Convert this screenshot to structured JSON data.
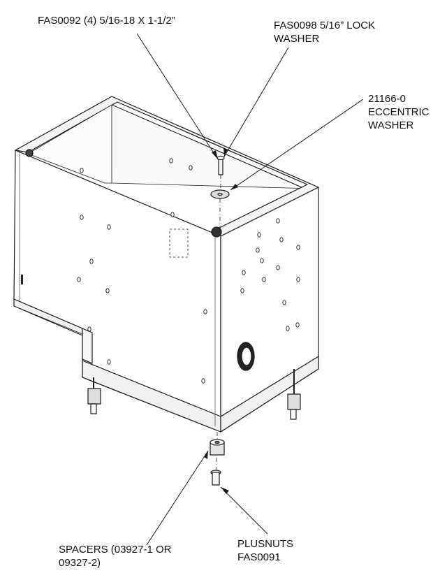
{
  "callouts": {
    "bolt": {
      "line1": "FAS0092 (4) 5/16-18 X 1-1/2”"
    },
    "lock_washer": {
      "line1": "FAS0098 5/16” LOCK",
      "line2": "WASHER"
    },
    "eccentric_washer": {
      "line1": "21166-0",
      "line2": "ECCENTRIC",
      "line3": "WASHER"
    },
    "spacers": {
      "line1": "SPACERS (03927-1 OR",
      "line2": "09327-2)"
    },
    "plusnuts": {
      "line1": "PLUSNUTS",
      "line2": "FAS0091"
    }
  },
  "colors": {
    "line": "#1a1a1a",
    "panel": "#ffffff",
    "shade": "#f2f2f2"
  }
}
